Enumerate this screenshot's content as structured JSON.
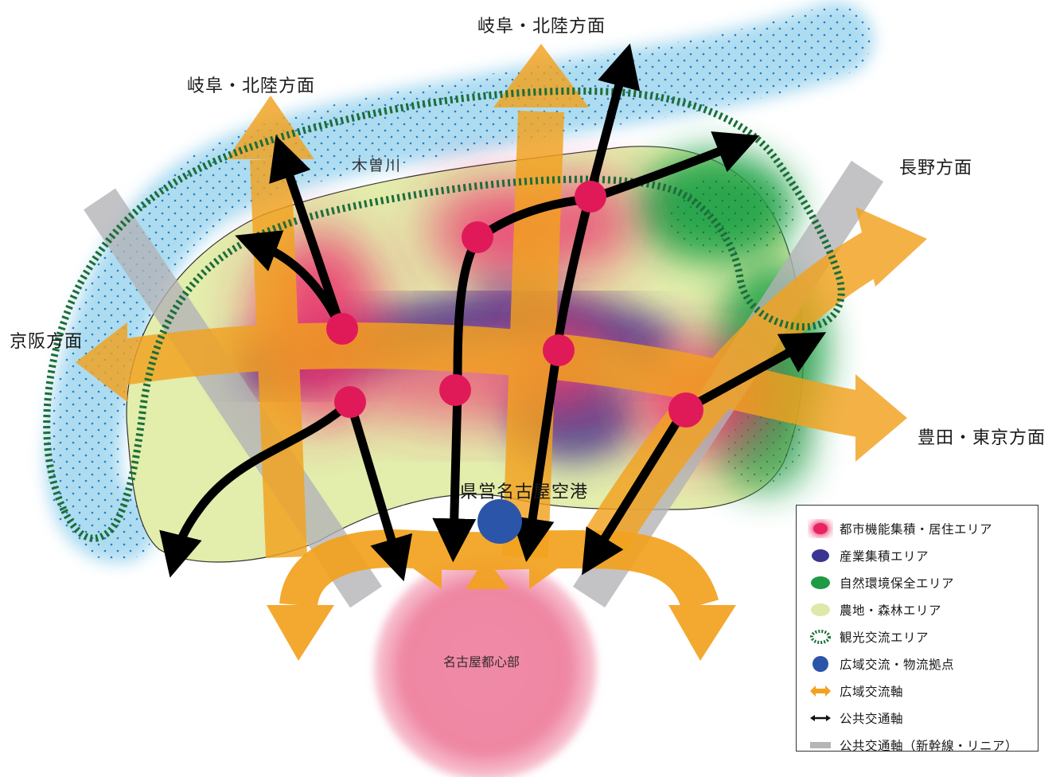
{
  "labels": {
    "gifu_hokuriku_top": "岐阜・北陸方面",
    "gifu_hokuriku_left": "岐阜・北陸方面",
    "nagano": "長野方面",
    "keihan": "京阪方面",
    "toyota_tokyo": "豊田・東京方面",
    "kiso_river": "木曽川",
    "airport": "県営名古屋空港",
    "nagoya_center": "名古屋都心部"
  },
  "legend": {
    "items": [
      {
        "label": "都市機能集積・居住エリア",
        "icon": "urban-residential-area-swatch",
        "color": "#e8245e"
      },
      {
        "label": "産業集積エリア",
        "icon": "industrial-area-swatch",
        "color": "#3a3590"
      },
      {
        "label": "自然環境保全エリア",
        "icon": "nature-conservation-area-swatch",
        "color": "#1f9a45"
      },
      {
        "label": "農地・森林エリア",
        "icon": "farmland-forest-area-swatch",
        "color": "#dde9a8"
      },
      {
        "label": "観光交流エリア",
        "icon": "tourism-exchange-area-swatch",
        "color": "#1c6e3a"
      },
      {
        "label": "広域交流・物流拠点",
        "icon": "logistics-hub-swatch",
        "color": "#2b55a8"
      },
      {
        "label": "広域交流軸",
        "icon": "wide-area-axis-arrow-icon",
        "color": "#f2a21e"
      },
      {
        "label": "公共交通軸",
        "icon": "public-transit-axis-arrow-icon",
        "color": "#111111"
      },
      {
        "label": "公共交通軸（新幹線・リニア）",
        "icon": "shinkansen-linear-axis-swatch",
        "color": "#b5b5b8"
      }
    ]
  }
}
